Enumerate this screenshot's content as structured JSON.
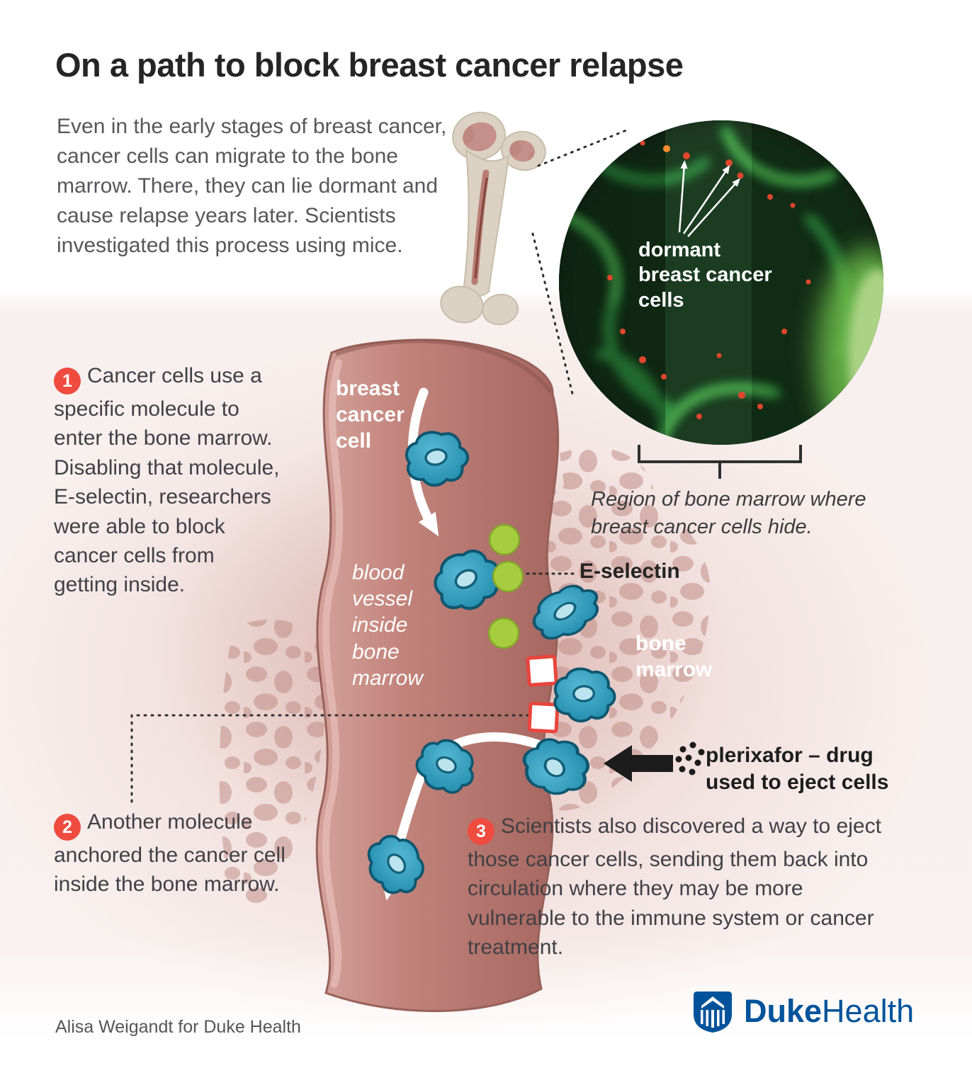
{
  "title": "On a path to block breast cancer relapse",
  "intro": "Even in the early stages of breast cancer, cancer cells can migrate to the bone marrow. There, they can lie dormant and cause relapse years later. Scientists investigated this process using mice.",
  "micrograph": {
    "label": "dormant breast cancer cells",
    "caption": "Region of bone marrow where breast cancer cells hide."
  },
  "steps": [
    {
      "number": "1",
      "text": "Cancer cells use a specific molecule to enter the bone marrow. Disabling that molecule, E-selectin, researchers were able to block cancer cells from getting inside."
    },
    {
      "number": "2",
      "text": "Another molecule anchored the cancer cell inside the bone marrow."
    },
    {
      "number": "3",
      "text": "Scientists also discovered a way to eject those cancer cells, sending them back into circulation where they may be more vulnerable to the immune system or cancer treatment."
    }
  ],
  "labels": {
    "breast_cancer_cell": "breast cancer cell",
    "blood_vessel": "blood vessel inside bone marrow",
    "e_selectin": "E-selectin",
    "bone_marrow": "bone marrow",
    "plerixafor": "plerixafor – drug used to eject cells"
  },
  "footer": {
    "credit": "Alisa Weigandt for Duke Health",
    "logo_primary": "Duke",
    "logo_secondary": "Health"
  },
  "colors": {
    "accent_red": "#ef4b3f",
    "anchor_square_red": "#e8453c",
    "duke_blue": "#00539B",
    "cell_teal": "#2a93b3",
    "selectin_green": "#a6cc3f",
    "vessel_pink": "#c2837b",
    "micrograph_green": "#2e9140"
  }
}
